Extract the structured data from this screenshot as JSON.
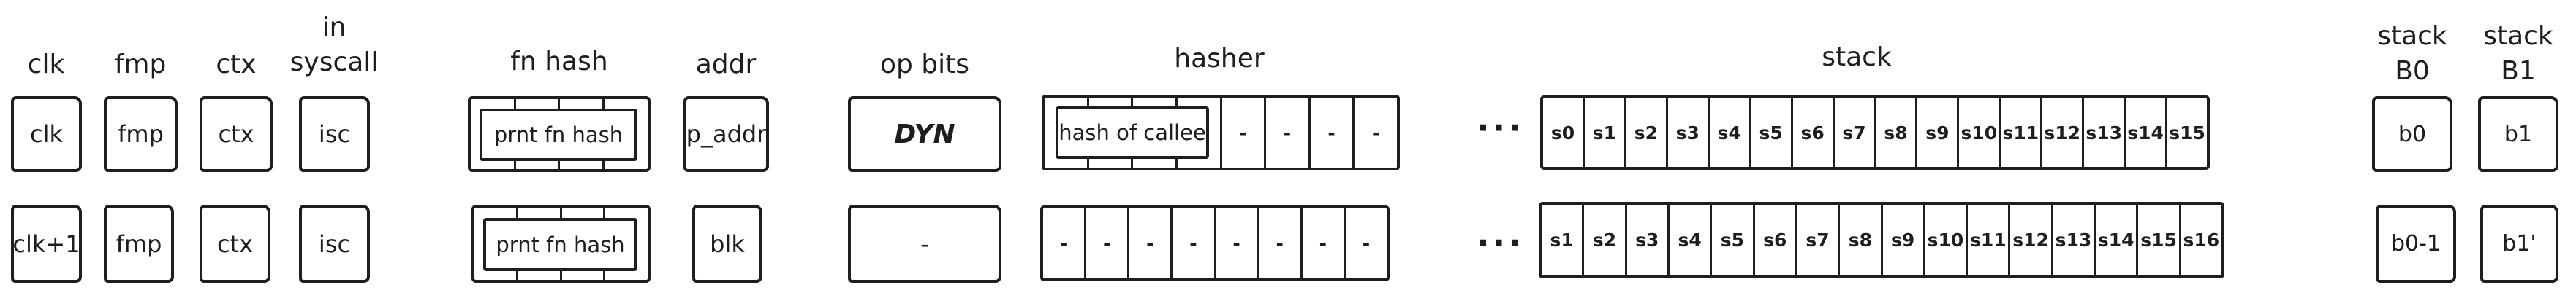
{
  "palette": {
    "ink": "#1e1e1e",
    "background": "#ffffff"
  },
  "columns": {
    "clk": {
      "header": "clk",
      "row1": "clk",
      "row2": "clk+1"
    },
    "fmp": {
      "header": "fmp",
      "row1": "fmp",
      "row2": "fmp"
    },
    "ctx": {
      "header": "ctx",
      "row1": "ctx",
      "row2": "ctx"
    },
    "in_syscall": {
      "header_line1": "in",
      "header_line2": "syscall",
      "row1": "isc",
      "row2": "isc"
    },
    "fn_hash": {
      "header": "fn hash",
      "row1_overlay": "prnt fn hash",
      "row2_overlay": "prnt fn hash"
    },
    "addr": {
      "header": "addr",
      "row1": "p_addr",
      "row2": "blk"
    },
    "op_bits": {
      "header": "op bits",
      "row1": "DYN",
      "row2": "-"
    },
    "hasher": {
      "header": "hasher",
      "row1_overlay": "hash of callee",
      "row1_cells": [
        "",
        "",
        "",
        "",
        "-",
        "-",
        "-",
        "-"
      ],
      "row2_cells": [
        "-",
        "-",
        "-",
        "-",
        "-",
        "-",
        "-",
        "-"
      ]
    },
    "ellipsis": {
      "row1": "···",
      "row2": "···"
    },
    "stack": {
      "header": "stack",
      "row1_cells": [
        "s0",
        "s1",
        "s2",
        "s3",
        "s4",
        "s5",
        "s6",
        "s7",
        "s8",
        "s9",
        "s10",
        "s11",
        "s12",
        "s13",
        "s14",
        "s15"
      ],
      "row2_cells": [
        "s1",
        "s2",
        "s3",
        "s4",
        "s5",
        "s6",
        "s7",
        "s8",
        "s9",
        "s10",
        "s11",
        "s12",
        "s13",
        "s14",
        "s15",
        "s16"
      ]
    },
    "stack_b0": {
      "header_line1": "stack",
      "header_line2": "B0",
      "row1": "b0",
      "row2": "b0-1"
    },
    "stack_b1": {
      "header_line1": "stack",
      "header_line2": "B1",
      "row1": "b1",
      "row2": "b1'"
    }
  }
}
